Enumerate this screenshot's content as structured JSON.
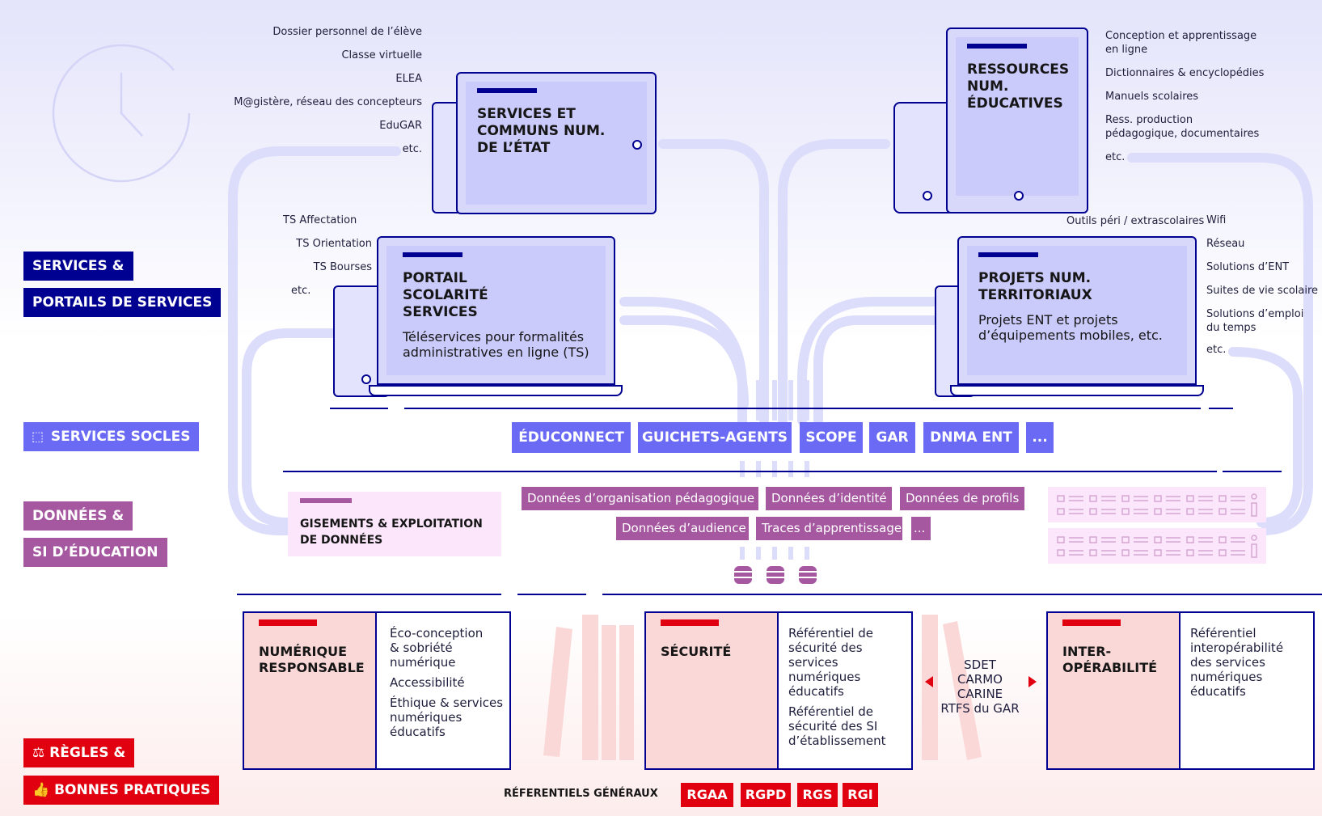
{
  "left_tags": {
    "services_line1": "SERVICES &",
    "services_line2": "PORTAILS DE SERVICES",
    "socles": "SERVICES SOCLES",
    "donnees_line1": "DONNÉES &",
    "donnees_line2": "SI D’ÉDUCATION",
    "regles_line1": "RÈGLES &",
    "regles_line2": "BONNES PRATIQUES"
  },
  "etat": {
    "title": [
      "SERVICES ET",
      "COMMUNS NUM.",
      "DE L’ÉTAT"
    ],
    "list": [
      "Dossier personnel de l’élève",
      "Classe virtuelle",
      "ELEA",
      "M@gistère, réseau des concepteurs",
      "EduGAR",
      "etc."
    ]
  },
  "ressources": {
    "title": [
      "RESSOURCES",
      "NUM.",
      "ÉDUCATIVES"
    ],
    "list": [
      "Conception et apprentissage",
      "en ligne",
      "Dictionnaires & encyclopédies",
      "Manuels scolaires",
      "Ress. production",
      "pédagogique, documentaires",
      "etc."
    ]
  },
  "portail": {
    "title": [
      "PORTAIL",
      "SCOLARITÉ",
      "SERVICES"
    ],
    "subtitle": [
      "Téléservices pour formalités",
      "administratives en ligne (TS)"
    ],
    "list": [
      "TS Affectation",
      "TS Orientation",
      "TS Bourses",
      "etc."
    ]
  },
  "projets": {
    "title": [
      "PROJETS NUM.",
      "TERRITORIAUX"
    ],
    "subtitle": [
      "Projets ENT et projets",
      "d’équipements mobiles, etc."
    ],
    "outils": "Outils péri / extrascolaires",
    "list": [
      "Wifi",
      "Réseau",
      "Solutions d’ENT",
      "Suites de vie scolaire",
      "Solutions d’emploi",
      "du temps",
      "etc."
    ]
  },
  "socles": [
    "ÉDUCONNECT",
    "GUICHETS-AGENTS",
    "SCOPE",
    "GAR",
    "DNMA ENT",
    "..."
  ],
  "gisements": [
    "GISEMENTS & EXPLOITATION",
    "DE DONNÉES"
  ],
  "data_tags": [
    "Données d’organisation pédagogique",
    "Données d’identité",
    "Données de profils",
    "Données d’audience",
    "Traces d’apprentissage",
    "..."
  ],
  "books": [
    {
      "title": [
        "NUMÉRIQUE",
        "RESPONSABLE"
      ],
      "items": [
        [
          "Éco-conception",
          "& sobriété",
          "numérique"
        ],
        [
          "Accessibilité"
        ],
        [
          "Éthique & services",
          "numériques",
          "éducatifs"
        ]
      ]
    },
    {
      "title": [
        "SÉCURITÉ"
      ],
      "items": [
        [
          "Référentiel de",
          "sécurité des",
          "services",
          "numériques",
          "éducatifs"
        ],
        [
          "Référentiel de",
          "sécurité des SI",
          "d’établissement"
        ]
      ]
    },
    {
      "title": [
        "INTER-",
        "OPÉRABILITÉ"
      ],
      "items": [
        [
          "Référentiel",
          "interopérabilité",
          "des services",
          "numériques",
          "éducatifs"
        ]
      ]
    }
  ],
  "middle_refs": [
    "SDET",
    "CARMO",
    "CARINE",
    "RTFS du GAR"
  ],
  "ref_label": "RÉFERENTIELS GÉNÉRAUX",
  "ref_tags": [
    "RGAA",
    "RGPD",
    "RGS",
    "RGI"
  ]
}
